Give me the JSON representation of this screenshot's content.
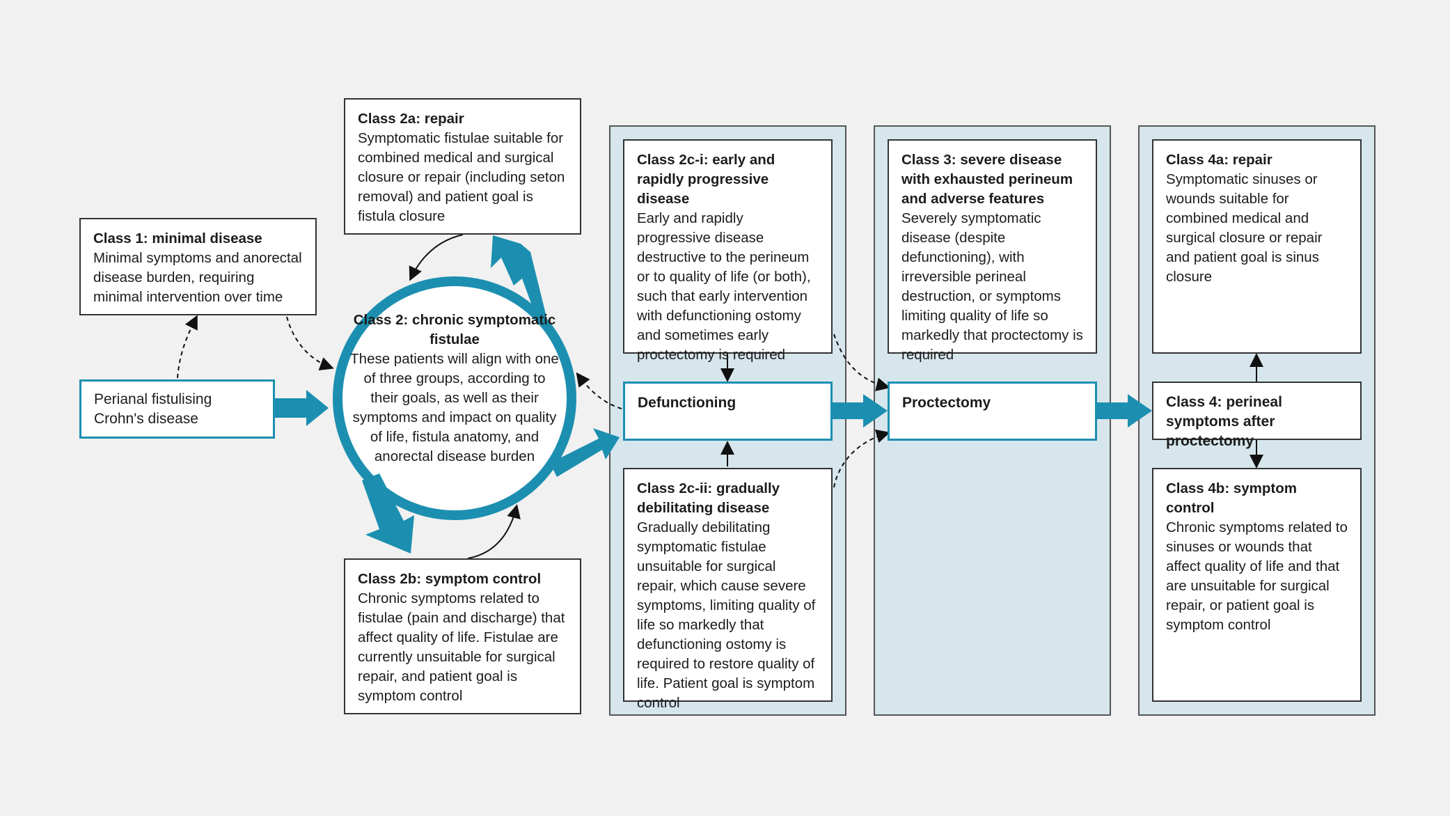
{
  "start": {
    "label": "Perianal fistulising Crohn's disease"
  },
  "class1": {
    "title": "Class 1: minimal disease",
    "text": "Minimal symptoms and anorectal disease burden, requiring minimal intervention over time"
  },
  "class2": {
    "title": "Class 2: chronic symptomatic fistulae",
    "text": "These patients will align with one of three groups, according to their goals, as well as their symptoms and impact on quality of life, fistula anatomy, and anorectal disease burden"
  },
  "class2a": {
    "title": "Class 2a: repair",
    "text": "Symptomatic fistulae suitable for combined medical and surgical closure or repair (including seton removal) and patient goal is fistula closure"
  },
  "class2b": {
    "title": "Class 2b: symptom control",
    "text": "Chronic symptoms related to fistulae (pain and discharge) that affect quality of life. Fistulae are currently unsuitable for surgical repair, and patient goal is symptom control"
  },
  "class2ci": {
    "title": "Class 2c-i: early and rapidly progressive disease",
    "text": "Early and rapidly progressive disease destructive to the perineum or to quality of life (or both), such that early intervention with defunctioning ostomy and sometimes early proctectomy is required"
  },
  "class2cii": {
    "title": "Class 2c-ii: gradually debilitating disease",
    "text": "Gradually debilitating symptomatic fistulae unsuitable for surgical repair, which cause severe symptoms, limiting quality of life so markedly that defunctioning ostomy is required to restore quality of life. Patient goal is symptom control"
  },
  "defunctioning": {
    "label": "Defunctioning"
  },
  "class3": {
    "title": "Class 3: severe disease with exhausted perineum and adverse features",
    "text": "Severely symptomatic disease (despite defunctioning), with irreversible perineal destruction, or symptoms limiting quality of life so markedly that proctectomy is required"
  },
  "proctectomy": {
    "label": "Proctectomy"
  },
  "class4": {
    "title": "Class 4: perineal symptoms after proctectomy"
  },
  "class4a": {
    "title": "Class 4a: repair",
    "text": "Symptomatic sinuses or wounds suitable for combined medical and surgical closure or repair and patient goal is sinus closure"
  },
  "class4b": {
    "title": "Class 4b: symptom control",
    "text": "Chronic symptoms related to sinuses or wounds that affect quality of life and that are unsuitable for surgical repair, or patient goal is symptom control"
  },
  "colors": {
    "accent": "#1c8fb0",
    "panel": "#d6e6ec"
  }
}
